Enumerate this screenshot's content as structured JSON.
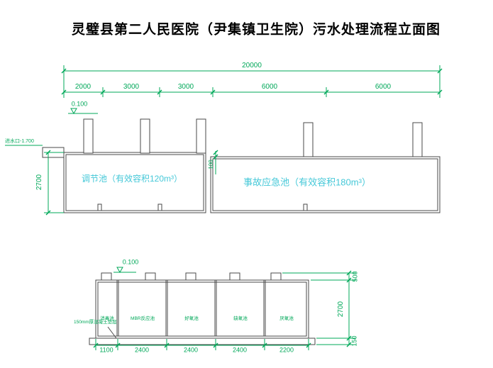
{
  "title": "灵璧县第二人民医院（尹集镇卫生院）污水处理流程立面图",
  "upper": {
    "total_dim": "20000",
    "segment_dims": [
      "2000",
      "3000",
      "3000",
      "6000",
      "6000"
    ],
    "level_label": "0.100",
    "inlet_label": "进水口-1.700",
    "left_dim": "2700",
    "step_dim": "100",
    "tank1_label": "调节池（有效容积120m³）",
    "tank2_label": "事故应急池（有效容积180m³）"
  },
  "lower": {
    "level_label": "0.100",
    "slab_note": "150mm厚混凝土垫层",
    "compartments": [
      "消毒池",
      "MBR反应池",
      "好氧池",
      "缺氧池",
      "厌氧池"
    ],
    "bottom_dims": [
      "1100",
      "2400",
      "2400",
      "2400",
      "2200"
    ],
    "right_dims": [
      "500",
      "2700",
      "150"
    ]
  },
  "colors": {
    "dimension": "#00A859",
    "tank_label": "#45C8D8",
    "line": "#4a4a4a"
  }
}
